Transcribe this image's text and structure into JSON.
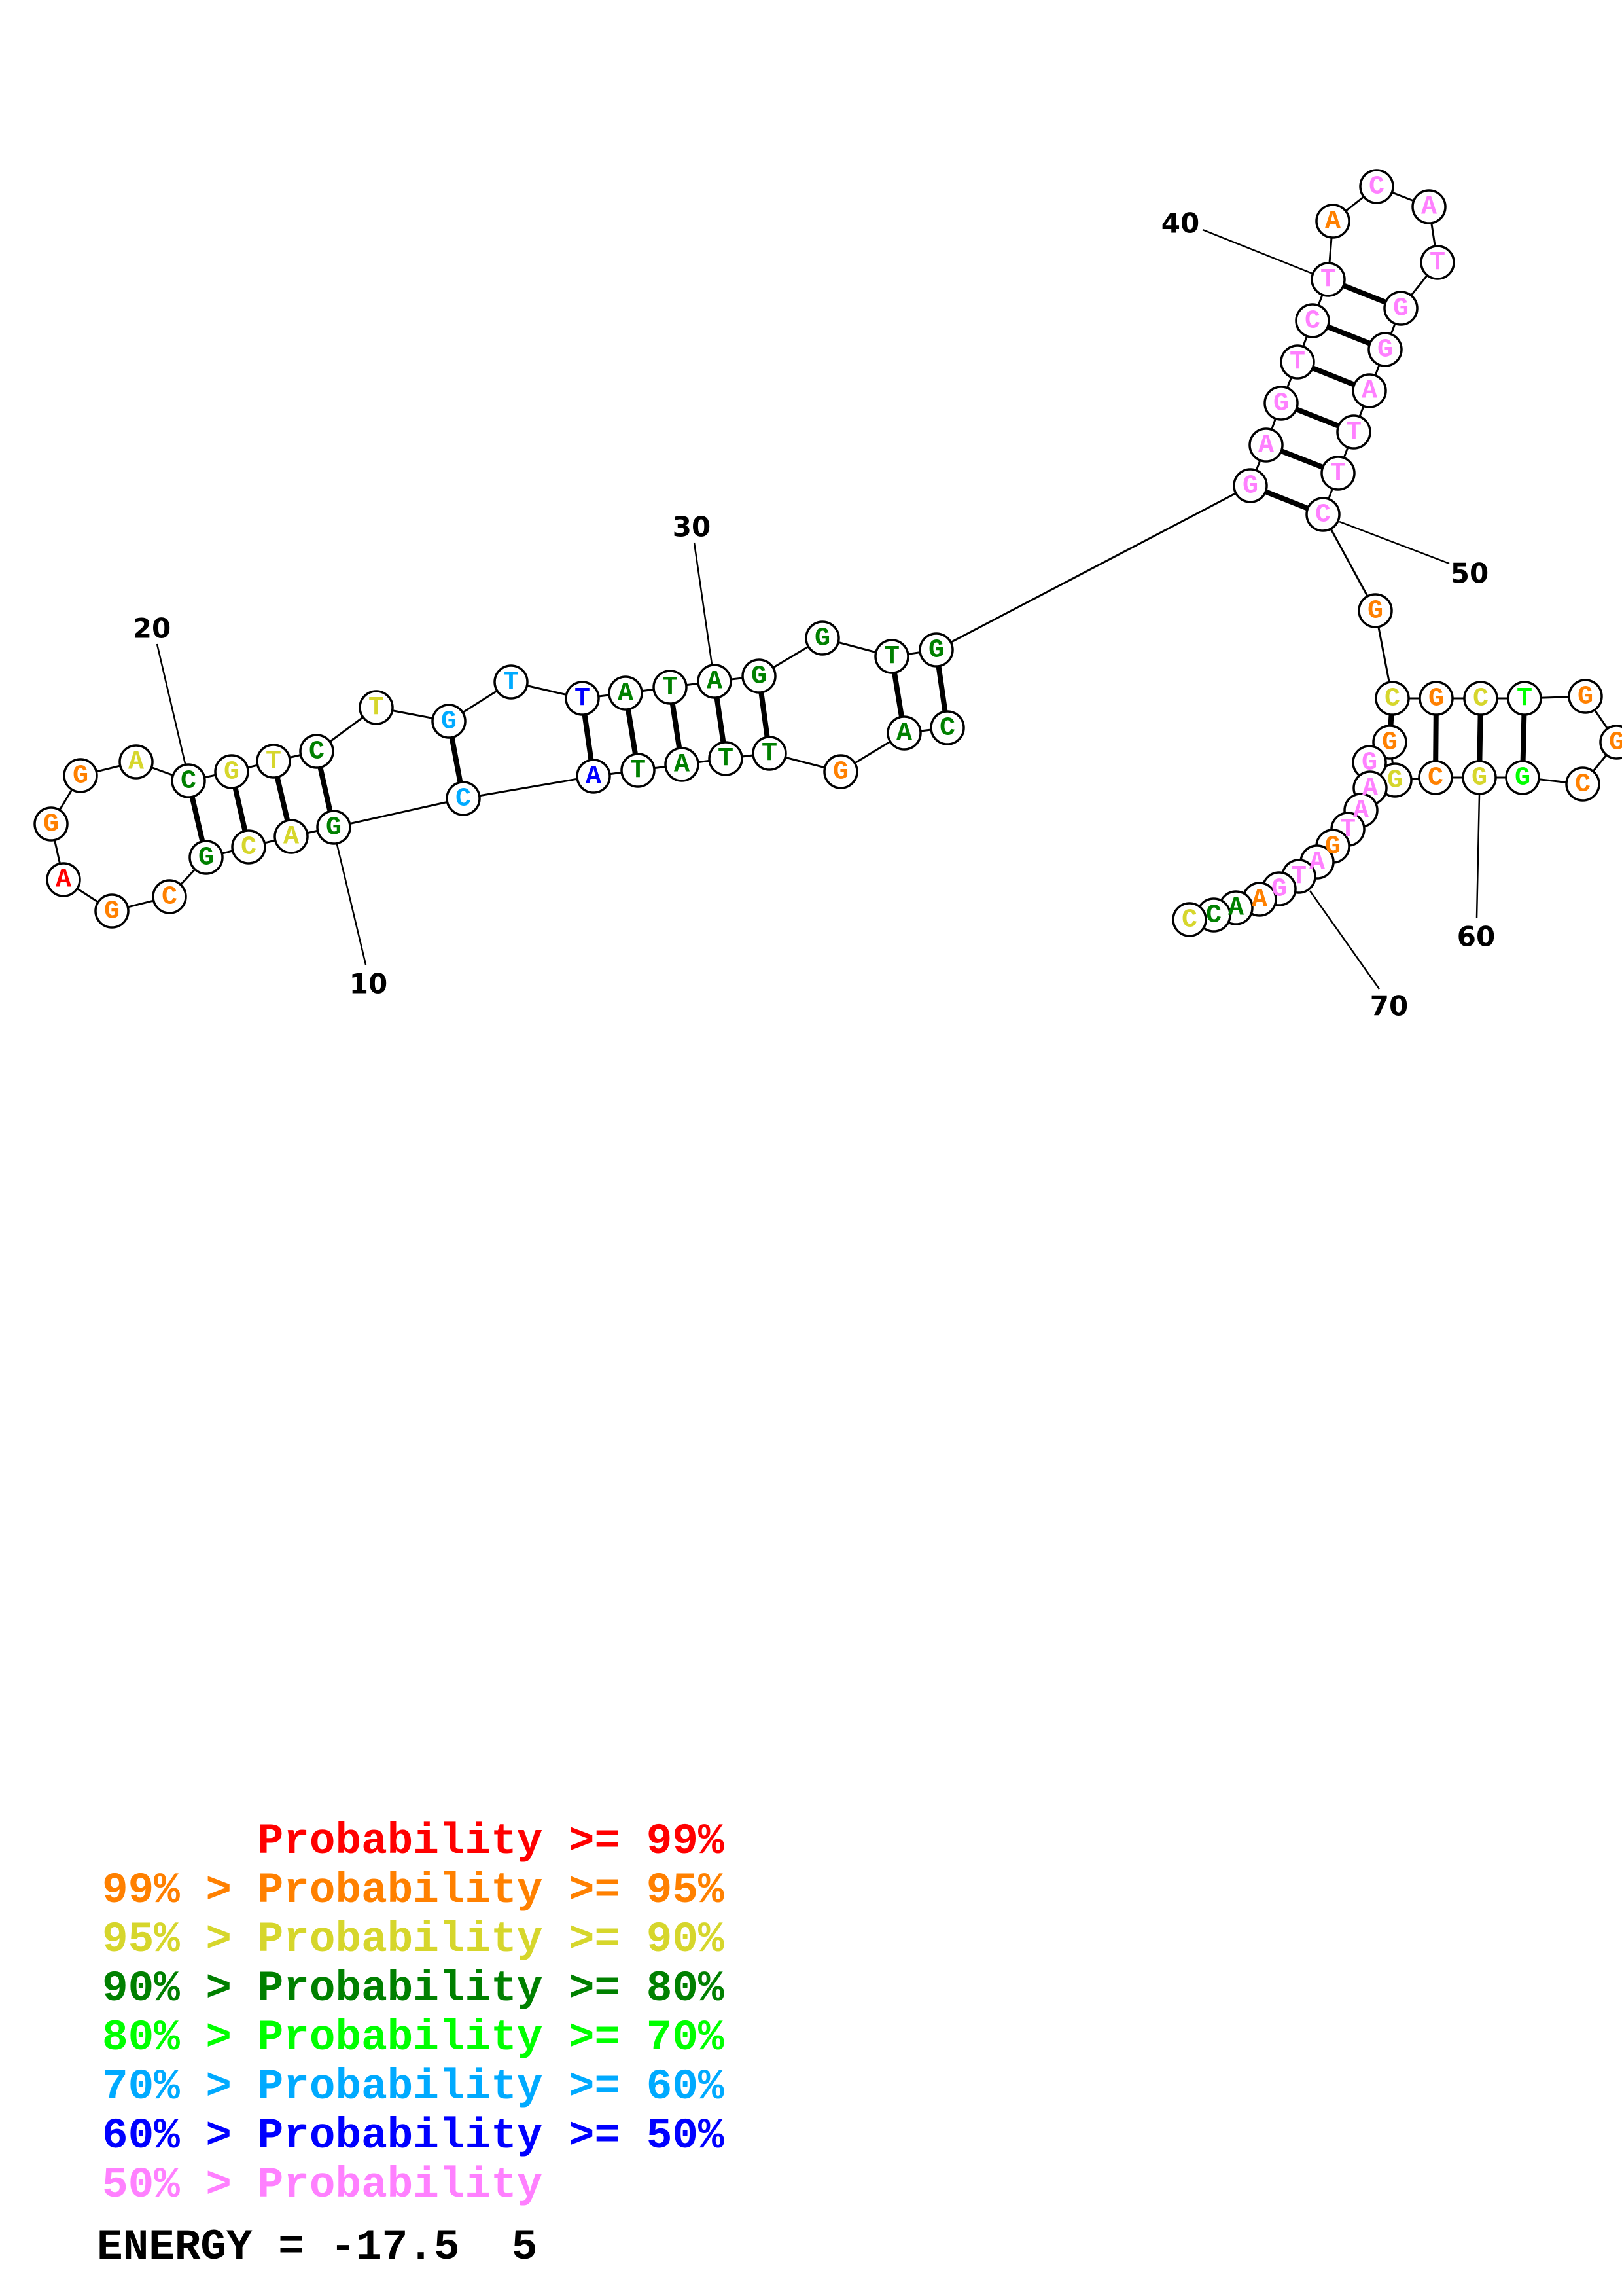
{
  "structure": {
    "sequence": [
      "C",
      "A",
      "G",
      "T",
      "T",
      "A",
      "T",
      "A",
      "C",
      "G",
      "A",
      "C",
      "G",
      "C",
      "G",
      "A",
      "G",
      "G",
      "A",
      "C",
      "G",
      "T",
      "C",
      "T",
      "G",
      "T",
      "T",
      "A",
      "T",
      "A",
      "G",
      "G",
      "T",
      "G",
      "G",
      "A",
      "G",
      "T",
      "C",
      "T",
      "A",
      "C",
      "A",
      "T",
      "G",
      "G",
      "A",
      "T",
      "T",
      "C",
      "G",
      "C",
      "G",
      "C",
      "T",
      "G",
      "G",
      "C",
      "G",
      "G",
      "C",
      "G",
      "G",
      "G",
      "A",
      "A",
      "T",
      "G",
      "A",
      "T",
      "G",
      "A",
      "A",
      "C",
      "C"
    ],
    "probability_class": [
      3,
      3,
      1,
      3,
      3,
      3,
      3,
      6,
      5,
      3,
      2,
      2,
      3,
      1,
      1,
      0,
      1,
      1,
      2,
      3,
      2,
      2,
      3,
      2,
      5,
      5,
      6,
      3,
      3,
      3,
      3,
      3,
      3,
      3,
      7,
      7,
      7,
      7,
      7,
      7,
      1,
      7,
      7,
      7,
      7,
      7,
      7,
      7,
      7,
      7,
      1,
      2,
      1,
      2,
      4,
      1,
      1,
      1,
      4,
      2,
      1,
      2,
      1,
      7,
      7,
      7,
      7,
      1,
      7,
      7,
      7,
      1,
      3,
      3,
      2
    ],
    "pairs": [
      [
        1,
        34
      ],
      [
        2,
        33
      ],
      [
        4,
        31
      ],
      [
        5,
        30
      ],
      [
        6,
        29
      ],
      [
        7,
        28
      ],
      [
        8,
        27
      ],
      [
        9,
        25
      ],
      [
        10,
        23
      ],
      [
        11,
        22
      ],
      [
        12,
        21
      ],
      [
        13,
        20
      ],
      [
        35,
        50
      ],
      [
        36,
        49
      ],
      [
        37,
        48
      ],
      [
        38,
        47
      ],
      [
        39,
        46
      ],
      [
        40,
        45
      ],
      [
        52,
        63
      ],
      [
        53,
        61
      ],
      [
        54,
        60
      ],
      [
        55,
        59
      ]
    ],
    "position_labels": [
      {
        "position": 10,
        "text": "10"
      },
      {
        "position": 20,
        "text": "20"
      },
      {
        "position": 30,
        "text": "30"
      },
      {
        "position": 40,
        "text": "40"
      },
      {
        "position": 50,
        "text": "50"
      },
      {
        "position": 60,
        "text": "60"
      },
      {
        "position": 70,
        "text": "70"
      }
    ]
  },
  "colors": [
    "#ff0000",
    "#ff8000",
    "#d6d62c",
    "#008000",
    "#00ff00",
    "#00aaff",
    "#0000ff",
    "#ff80ff"
  ],
  "legend": [
    {
      "text": "      Probability >= 99%",
      "color": "#ff0000"
    },
    {
      "text": "99% > Probability >= 95%",
      "color": "#ff8000"
    },
    {
      "text": "95% > Probability >= 90%",
      "color": "#d6d62c"
    },
    {
      "text": "90% > Probability >= 80%",
      "color": "#008000"
    },
    {
      "text": "80% > Probability >= 70%",
      "color": "#00ff00"
    },
    {
      "text": "70% > Probability >= 60%",
      "color": "#00aaff"
    },
    {
      "text": "60% > Probability >= 50%",
      "color": "#0000ff"
    },
    {
      "text": "50% > Probability",
      "color": "#ff80ff"
    }
  ],
  "energy": "ENERGY = -17.5  5"
}
